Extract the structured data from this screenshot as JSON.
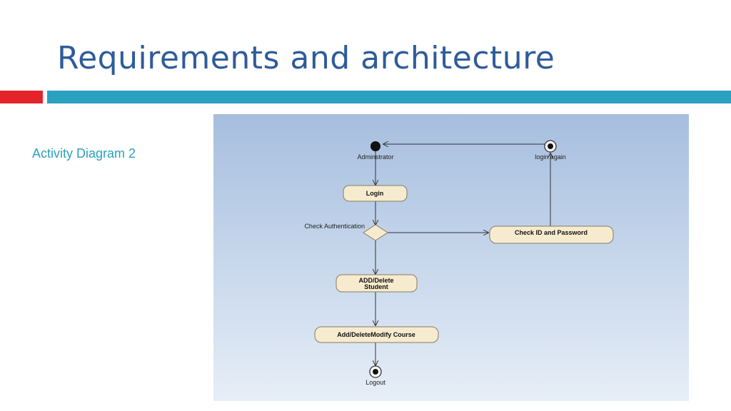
{
  "slide": {
    "title": "Requirements and architecture",
    "subtitle": "Activity Diagram 2"
  },
  "diagram": {
    "nodes": {
      "initial_label": "Adminstrator",
      "login": "Login",
      "decision_label": "Check Authentication",
      "check_id": "Check ID and Password",
      "login_again_label": "login again",
      "add_delete_student_line1": "ADD/Delete",
      "add_delete_student_line2": "Student",
      "add_delete_modify_course": "Add/DeleteModify Course",
      "logout_label": "Logout"
    }
  },
  "colors": {
    "title": "#2e5c9a",
    "accent_red": "#e5232a",
    "accent_teal": "#2aa1be",
    "node_fill": "#f7ebcf",
    "node_stroke": "#8a7b5c",
    "edge": "#333333"
  }
}
